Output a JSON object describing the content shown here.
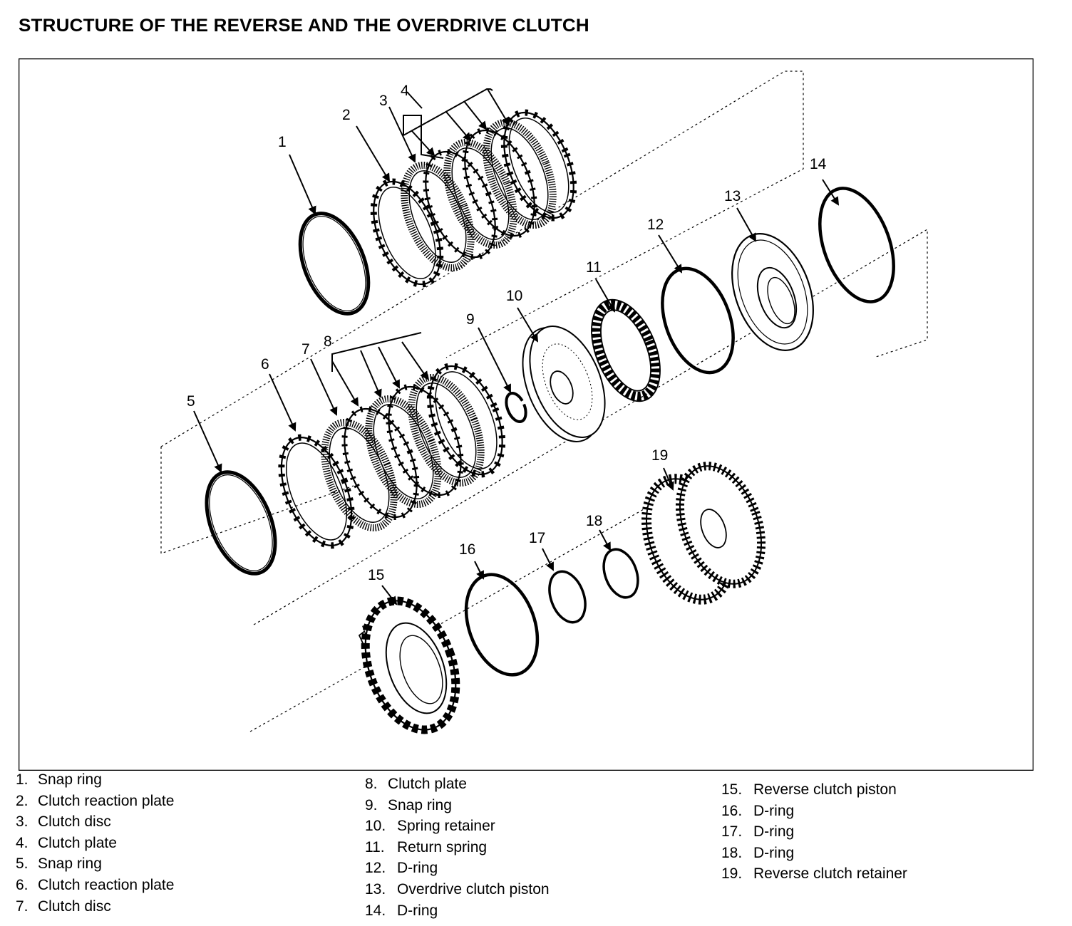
{
  "title": "STRUCTURE OF THE REVERSE AND THE OVERDRIVE CLUTCH",
  "callouts": [
    "1",
    "2",
    "3",
    "4",
    "5",
    "6",
    "7",
    "8",
    "9",
    "10",
    "11",
    "12",
    "13",
    "14",
    "15",
    "16",
    "17",
    "18",
    "19"
  ],
  "legend": {
    "col1": [
      {
        "num": "1.",
        "label": "Snap ring"
      },
      {
        "num": "2.",
        "label": "Clutch reaction plate"
      },
      {
        "num": "3.",
        "label": "Clutch disc"
      },
      {
        "num": "4.",
        "label": "Clutch plate"
      },
      {
        "num": "5.",
        "label": "Snap ring"
      },
      {
        "num": "6.",
        "label": "Clutch reaction plate"
      },
      {
        "num": "7.",
        "label": "Clutch disc"
      }
    ],
    "col2": [
      {
        "num": "8.",
        "label": "Clutch plate"
      },
      {
        "num": "9.",
        "label": "Snap ring"
      },
      {
        "num": "10.",
        "label": "Spring retainer"
      },
      {
        "num": "11.",
        "label": "Return spring"
      },
      {
        "num": "12.",
        "label": "D-ring"
      },
      {
        "num": "13.",
        "label": "Overdrive clutch piston"
      },
      {
        "num": "14.",
        "label": "D-ring"
      }
    ],
    "col3": [
      {
        "num": "15.",
        "label": "Reverse clutch piston"
      },
      {
        "num": "16.",
        "label": "D-ring"
      },
      {
        "num": "17.",
        "label": "D-ring"
      },
      {
        "num": "18.",
        "label": "D-ring"
      },
      {
        "num": "19.",
        "label": "Reverse clutch retainer"
      }
    ]
  }
}
